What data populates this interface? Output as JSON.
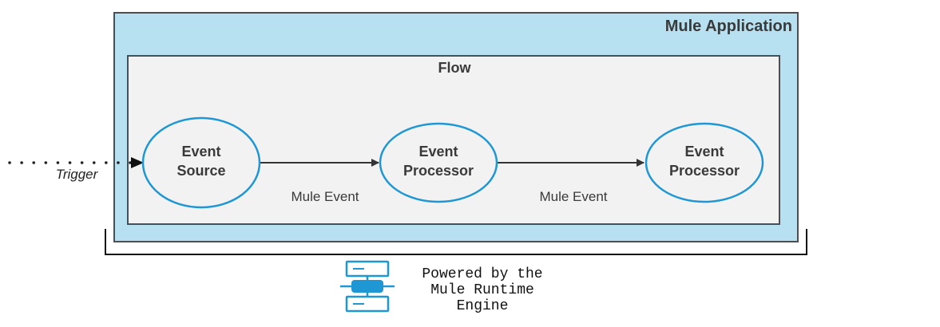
{
  "app": {
    "title": "Mule Application"
  },
  "flow": {
    "title": "Flow"
  },
  "trigger": {
    "label": "Trigger"
  },
  "nodes": [
    {
      "line1": "Event",
      "line2": "Source"
    },
    {
      "line1": "Event",
      "line2": "Processor"
    },
    {
      "line1": "Event",
      "line2": "Processor"
    }
  ],
  "edges": [
    {
      "label": "Mule Event"
    },
    {
      "label": "Mule Event"
    }
  ],
  "runtime": {
    "line1": "Powered by the",
    "line2": "Mule Runtime",
    "line3": "Engine",
    "icon": "server-icon"
  },
  "colors": {
    "app_fill": "#b7e1f1",
    "flow_fill": "#f2f2f2",
    "node_stroke": "#1f97d4",
    "icon": "#1f97d4",
    "text": "#3a3a3a"
  }
}
